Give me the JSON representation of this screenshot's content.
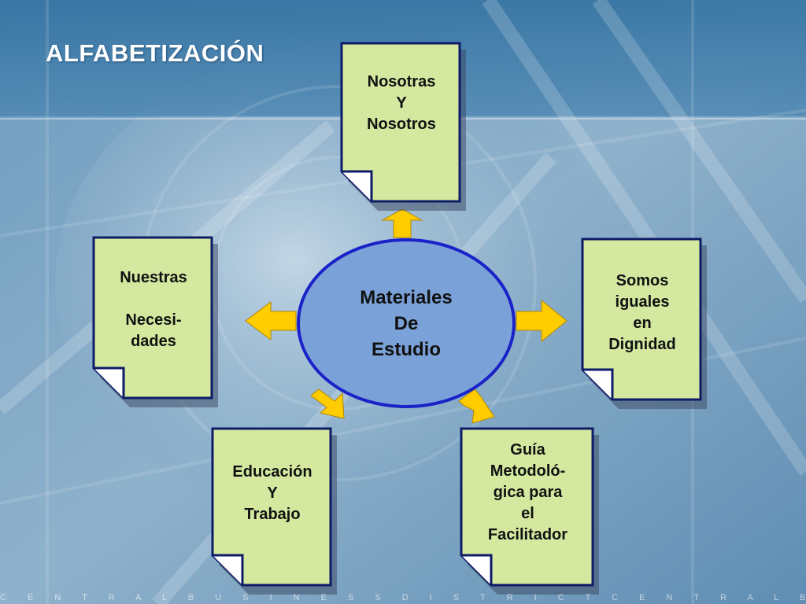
{
  "title": "ALFABETIZACIÓN",
  "center": {
    "lines": [
      "Materiales",
      "De",
      "Estudio"
    ]
  },
  "notes": {
    "top": {
      "lines": [
        "Nosotras",
        "Y",
        "Nosotros"
      ]
    },
    "left": {
      "lines": [
        "Nuestras",
        "",
        "Necesi-",
        "dades"
      ]
    },
    "right": {
      "lines": [
        "Somos",
        "iguales",
        "en",
        "Dignidad"
      ]
    },
    "bottom_left": {
      "lines": [
        "Educación",
        "Y",
        "Trabajo"
      ]
    },
    "bottom_right": {
      "lines": [
        "Guía",
        "Metodoló-",
        "gica para",
        "el",
        "Facilitador"
      ]
    }
  },
  "footer_strip": "C E N T R A L B U S I N E S S D I S T R I C T C E N T R A L B U S I N E S S D I S T R I C T C E N T R A",
  "colors": {
    "note_fill": "#d4e8a0",
    "note_border": "#0e1b66",
    "ellipse_fill": "#7ba2d8",
    "ellipse_border": "#1a22c8",
    "arrow_fill": "#ffcc00",
    "background": "#7fa6c3"
  }
}
